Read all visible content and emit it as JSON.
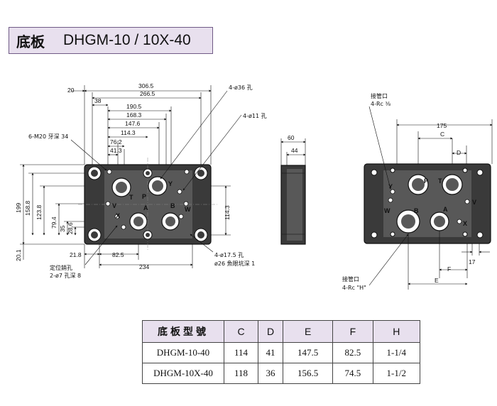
{
  "title": {
    "zh": "底板",
    "model": "DHGM-10 / 10X-40"
  },
  "top_dims": [
    "20",
    "306.5",
    "266.5",
    "38",
    "190.5",
    "168.3",
    "147.6",
    "114.3",
    "76.2",
    "41.3"
  ],
  "left_dims": [
    "199",
    "158.8",
    "123.8",
    "79.4",
    "35",
    "28.6",
    "20.1"
  ],
  "bottom_dims": [
    "21.8",
    "82.5",
    "234"
  ],
  "right_dim": "114.3",
  "callouts": {
    "m20": "6-M20 牙深 34",
    "hole36": "4-ø36 孔",
    "hole11": "4-ø11 孔",
    "hole175": "4-ø17.5 孔",
    "spot26": "ø26 魚眼坑深 1",
    "pin1": "定位銷孔",
    "pin2": "2-ø7 孔深 8"
  },
  "side_dims": [
    "60",
    "44"
  ],
  "right_view": {
    "conn_top1": "接管口",
    "conn_top2": "4-Rc ³⁄₈",
    "conn_bot1": "接管口",
    "conn_bot2": "4-Rc \"H\"",
    "dims": [
      "175",
      "C",
      "D",
      "17",
      "F",
      "E"
    ]
  },
  "ports": {
    "y": "Y",
    "t": "T",
    "p": "P",
    "a": "A",
    "b": "B",
    "x": "X",
    "v": "V",
    "w": "W"
  },
  "table": {
    "headers": [
      "底板型號",
      "C",
      "D",
      "E",
      "F",
      "H"
    ],
    "rows": [
      [
        "DHGM-10-40",
        "114",
        "41",
        "147.5",
        "82.5",
        "1-1/4"
      ],
      [
        "DHGM-10X-40",
        "118",
        "36",
        "156.5",
        "74.5",
        "1-1/2"
      ]
    ]
  }
}
